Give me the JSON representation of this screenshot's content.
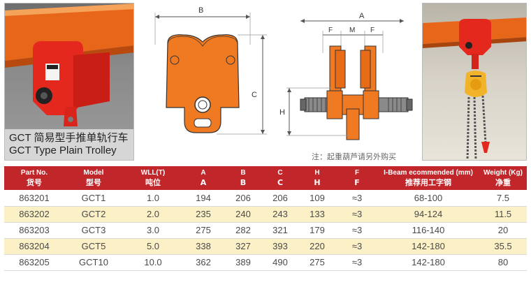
{
  "caption": {
    "cn": "GCT 简易型手推单轨行车",
    "en": "GCT Type Plain Trolley"
  },
  "drawing": {
    "front_dim_label": "B",
    "front_height_label": "C",
    "side_width_label": "A",
    "side_flange_label": "F",
    "side_middle_label": "M",
    "side_height_label": "H"
  },
  "note": "注：起重葫芦请另外购买",
  "table": {
    "headers": [
      {
        "en": "Part No.",
        "cn": "货号"
      },
      {
        "en": "Model",
        "cn": "型号"
      },
      {
        "en": "WLL(T)",
        "cn": "吨位"
      },
      {
        "en": "A",
        "cn": "A"
      },
      {
        "en": "B",
        "cn": "B"
      },
      {
        "en": "C",
        "cn": "C"
      },
      {
        "en": "H",
        "cn": "H"
      },
      {
        "en": "F",
        "cn": "F"
      },
      {
        "en": "I-Beam ecommended (mm)",
        "cn": "推荐用工字钢"
      },
      {
        "en": "Weight (Kg)",
        "cn": "净重"
      }
    ],
    "rows": [
      [
        "863201",
        "GCT1",
        "1.0",
        "194",
        "206",
        "206",
        "109",
        "≈3",
        "68-100",
        "7.5"
      ],
      [
        "863202",
        "GCT2",
        "2.0",
        "235",
        "240",
        "243",
        "133",
        "≈3",
        "94-124",
        "11.5"
      ],
      [
        "863203",
        "GCT3",
        "3.0",
        "275",
        "282",
        "321",
        "179",
        "≈3",
        "116-140",
        "20"
      ],
      [
        "863204",
        "GCT5",
        "5.0",
        "338",
        "327",
        "393",
        "220",
        "≈3",
        "142-180",
        "35.5"
      ],
      [
        "863205",
        "GCT10",
        "10.0",
        "362",
        "389",
        "490",
        "275",
        "≈3",
        "142-180",
        "80"
      ]
    ]
  },
  "colors": {
    "header_bg": "#c0262a",
    "alt_row_bg": "#fbf0c6",
    "product_orange": "#f07a22"
  }
}
